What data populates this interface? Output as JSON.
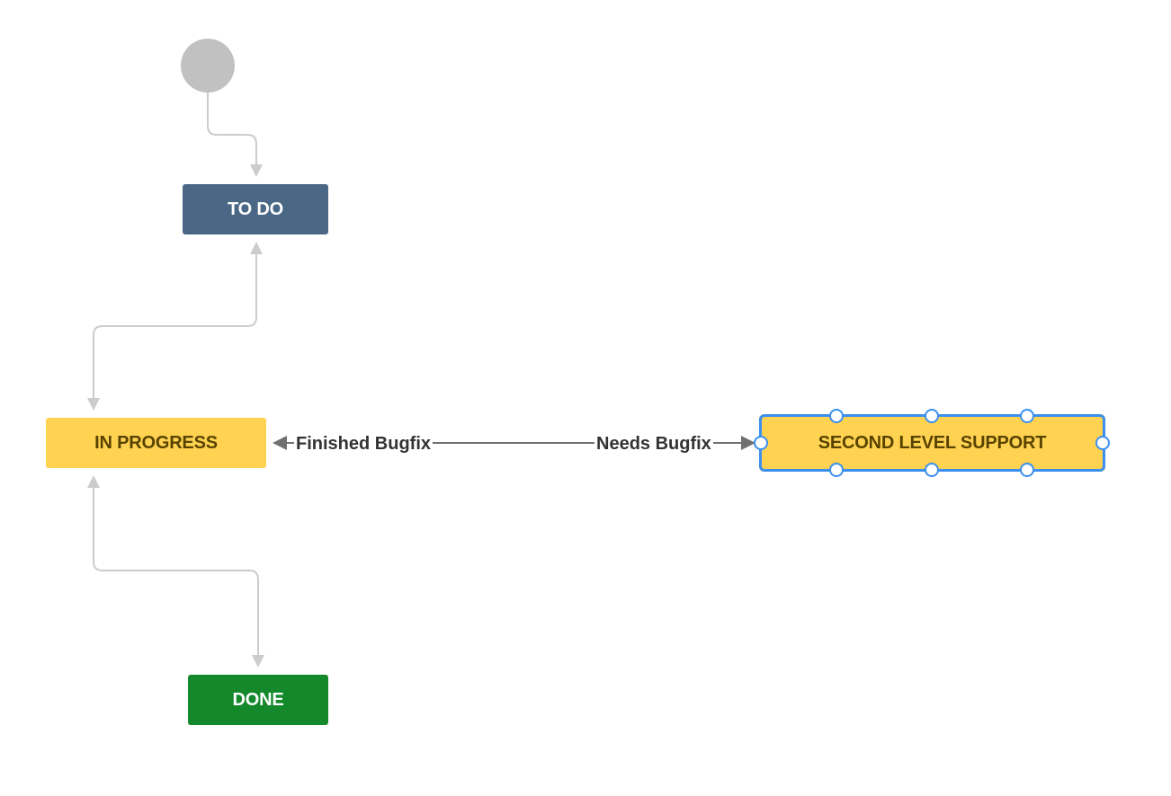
{
  "colors": {
    "start": "#c1c1c1",
    "connector": "#cccccc",
    "transition": "#707070",
    "todo_bg": "#4a6785",
    "todo_text": "#ffffff",
    "inprogress_bg": "#ffd351",
    "inprogress_text": "#594300",
    "done_bg": "#14892c",
    "done_text": "#ffffff",
    "selection": "#3b8ff0"
  },
  "statuses": {
    "todo": "TO DO",
    "in_progress": "IN PROGRESS",
    "done": "DONE",
    "second_level_support": "SECOND LEVEL SUPPORT"
  },
  "transitions": {
    "finished_bugfix": "Finished Bugfix",
    "needs_bugfix": "Needs Bugfix"
  }
}
